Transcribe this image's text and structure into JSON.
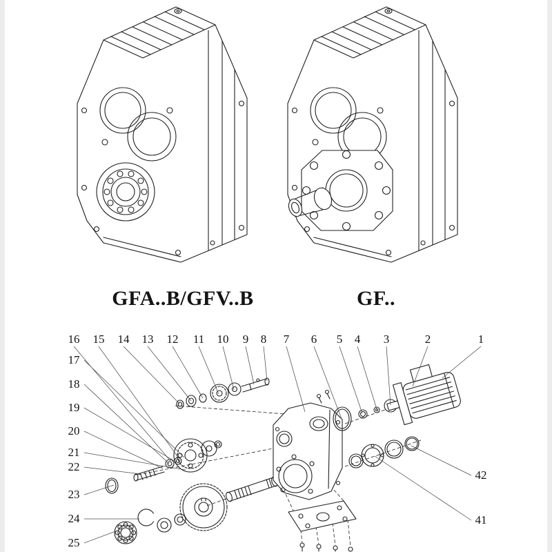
{
  "colors": {
    "line": "#1f1f1f",
    "text": "#141414",
    "background": "#ffffff"
  },
  "products": [
    {
      "label": "GFA..B/GFV..B"
    },
    {
      "label": "GF.."
    }
  ],
  "exploded": {
    "callouts_top": [
      "16",
      "15",
      "14",
      "13",
      "12",
      "11",
      "10",
      "9",
      "8",
      "7",
      "6",
      "5",
      "4",
      "3",
      "2",
      "1"
    ],
    "callouts_left": [
      "17",
      "18",
      "19",
      "20",
      "21",
      "22",
      "23",
      "24",
      "25"
    ],
    "callouts_right": [
      "42",
      "41"
    ]
  }
}
